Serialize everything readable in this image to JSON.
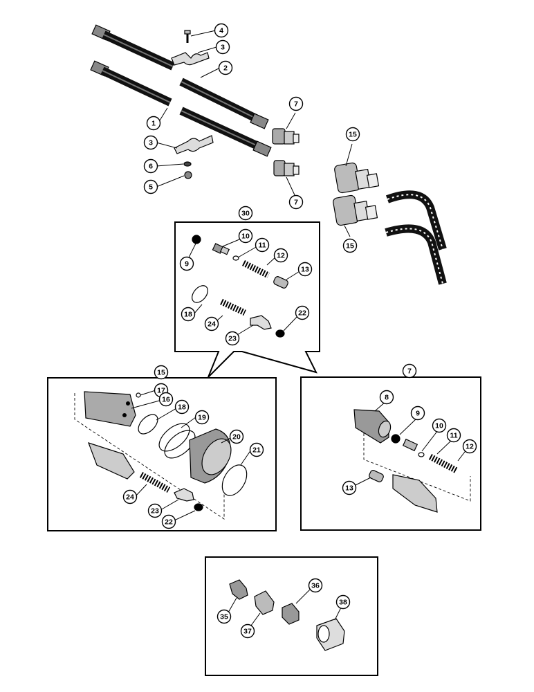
{
  "diagram": {
    "callouts": {
      "c4": "4",
      "c3a": "3",
      "c2": "2",
      "c1": "1",
      "c3b": "3",
      "c6": "6",
      "c5": "5",
      "c7a": "7",
      "c7b": "7",
      "c15a": "15",
      "c15b": "15",
      "c30": "30",
      "c9a": "9",
      "c10a": "10",
      "c11a": "11",
      "c12a": "12",
      "c13a": "13",
      "c18a": "18",
      "c24a": "24",
      "c23a": "23",
      "c22a": "22",
      "c15box": "15",
      "c17": "17",
      "c16": "16",
      "c18b": "18",
      "c19": "19",
      "c20": "20",
      "c21": "21",
      "c24b": "24",
      "c23b": "23",
      "c22b": "22",
      "c7box": "7",
      "c8": "8",
      "c9b": "9",
      "c10b": "10",
      "c11b": "11",
      "c12b": "12",
      "c13b": "13",
      "c35": "35",
      "c36": "36",
      "c37": "37",
      "c38": "38"
    }
  }
}
